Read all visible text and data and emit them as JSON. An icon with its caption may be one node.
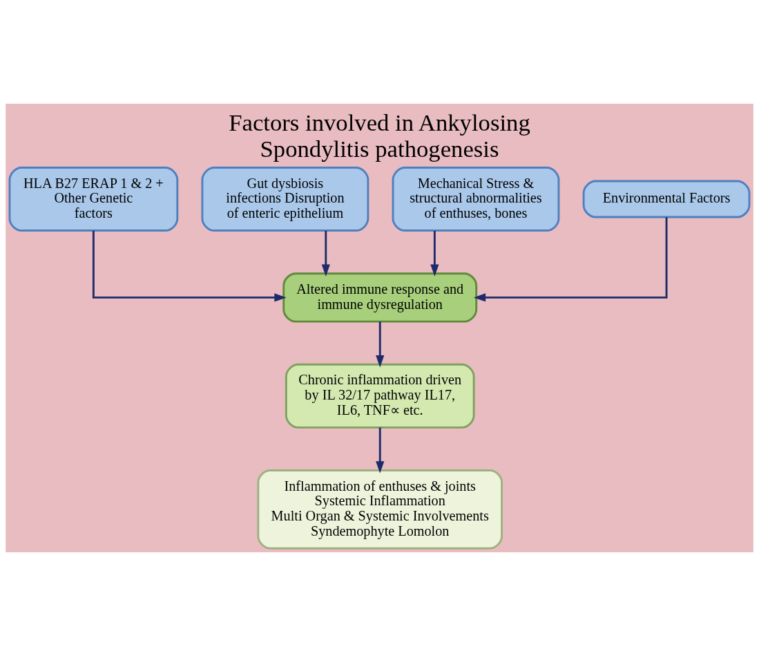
{
  "diagram": {
    "title": "Factors involved in Ankylosing Spondylitis pathogenesis",
    "nodes": [
      {
        "text": [
          "HLA B27 ERAP 1 & 2 + Other Genetic factors"
        ]
      },
      {
        "text": [
          "Gut dysbiosis infections Disruption of enteric epithelium"
        ]
      },
      {
        "text": [
          "Mechanical Stress & structural abnormalities of enthuses, bones"
        ]
      },
      {
        "text": [
          "Environmental Factors"
        ]
      },
      {
        "text": [
          "Altered immune response and immune dysregulation"
        ]
      },
      {
        "text": [
          "Chronic inflammation driven by IL 32/17 pathway IL17, IL6, TNF∝ etc."
        ]
      },
      {
        "text": [
          "Inflammation of enthuses & joints Systemic Inflammation",
          "Multi Organ & Systemic Involvements",
          "Syndemophyte Lomolon"
        ]
      }
    ],
    "edges": [
      {
        "from": 0,
        "to": 4,
        "arrow": "to"
      },
      {
        "from": 1,
        "to": 4,
        "arrow": "to"
      },
      {
        "from": 2,
        "to": 4,
        "arrow": "to"
      },
      {
        "from": 3,
        "to": 4,
        "arrow": "to"
      },
      {
        "from": 4,
        "to": 5,
        "arrow": "to"
      },
      {
        "from": 5,
        "to": 6,
        "arrow": "to"
      }
    ]
  }
}
